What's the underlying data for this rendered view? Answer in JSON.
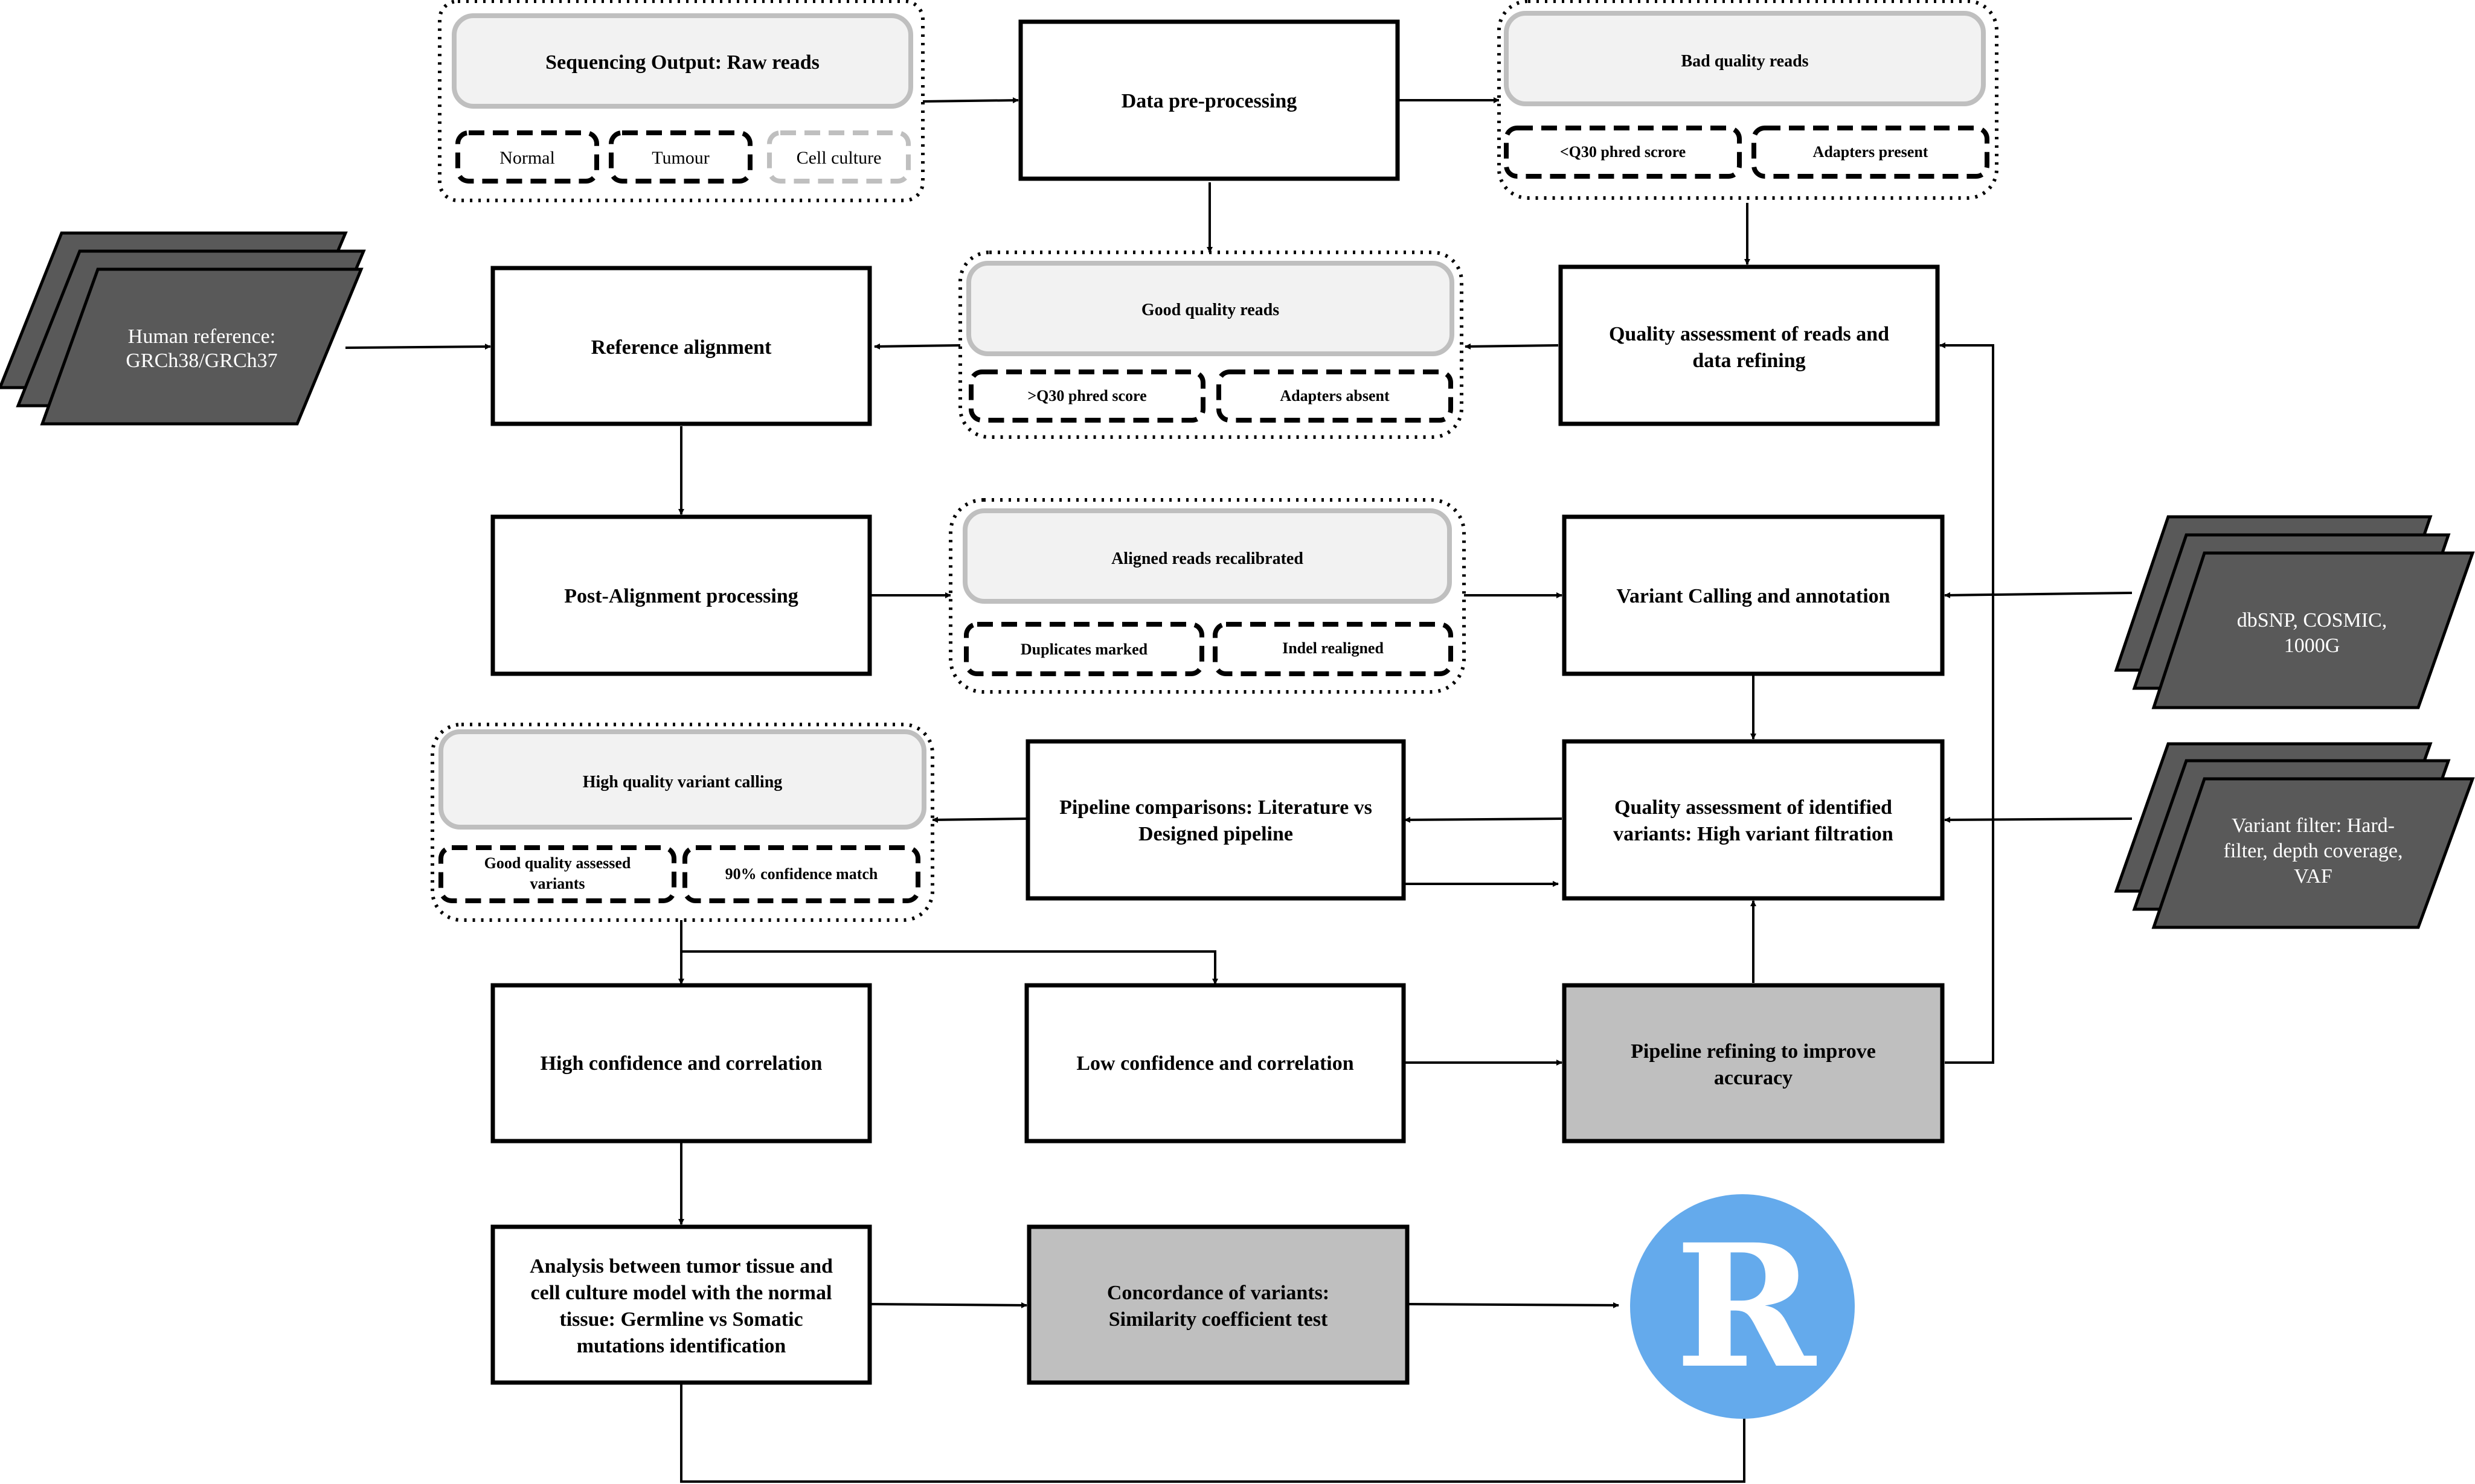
{
  "colors": {
    "box_fill": "#ffffff",
    "box_stroke": "#000000",
    "grey_box_fill": "#bfbfbf",
    "light_box_fill": "#f2f2f2",
    "light_box_stroke": "#bfbfbf",
    "dark_input_fill": "#595959",
    "dark_input_text": "#ffffff",
    "r_logo_fill": "#64aaec",
    "r_logo_letter": "#ffffff"
  },
  "nodes": {
    "sequencing_output": {
      "title": "Sequencing Output: Raw reads",
      "normal": "Normal",
      "tumour": "Tumour",
      "cell_culture": "Cell culture"
    },
    "data_preprocessing": "Data pre-processing",
    "bad_quality": {
      "title": "Bad quality reads",
      "q30_below": "<Q30 phred scrore",
      "adapters_present": "Adapters present"
    },
    "human_reference": [
      "Human reference:",
      "GRCh38/GRCh37"
    ],
    "reference_alignment": "Reference alignment",
    "good_quality": {
      "title": "Good quality reads",
      "q30_above": ">Q30 phred score",
      "adapters_absent": "Adapters absent"
    },
    "quality_assessment_reads": [
      "Quality assessment of reads and",
      "data refining"
    ],
    "post_alignment": "Post-Alignment processing",
    "aligned_reads": {
      "title": "Aligned reads recalibrated",
      "duplicates": "Duplicates marked",
      "indel": "Indel realigned"
    },
    "variant_calling": "Variant Calling and annotation",
    "dbsnp": [
      "dbSNP, COSMIC,",
      "1000G"
    ],
    "high_quality_variant": {
      "title": "High quality variant calling",
      "good_assessed": [
        "Good quality assessed",
        "variants"
      ],
      "confidence_match": "90% confidence match"
    },
    "pipeline_comparisons": [
      "Pipeline comparisons: Literature vs",
      "Designed pipeline"
    ],
    "quality_assessment_variants": [
      "Quality assessment of identified",
      "variants: High variant filtration"
    ],
    "variant_filter": [
      "Variant filter: Hard-",
      "filter, depth coverage,",
      "VAF"
    ],
    "high_confidence": "High confidence and correlation",
    "low_confidence": "Low confidence and correlation",
    "pipeline_refining": [
      "Pipeline refining to improve",
      "accuracy"
    ],
    "analysis": [
      "Analysis between tumor tissue and",
      "cell culture model with the normal",
      "tissue: Germline vs Somatic",
      "mutations identification"
    ],
    "concordance": [
      "Concordance of variants:",
      "Similarity coefficient test"
    ],
    "r_logo": "R"
  }
}
